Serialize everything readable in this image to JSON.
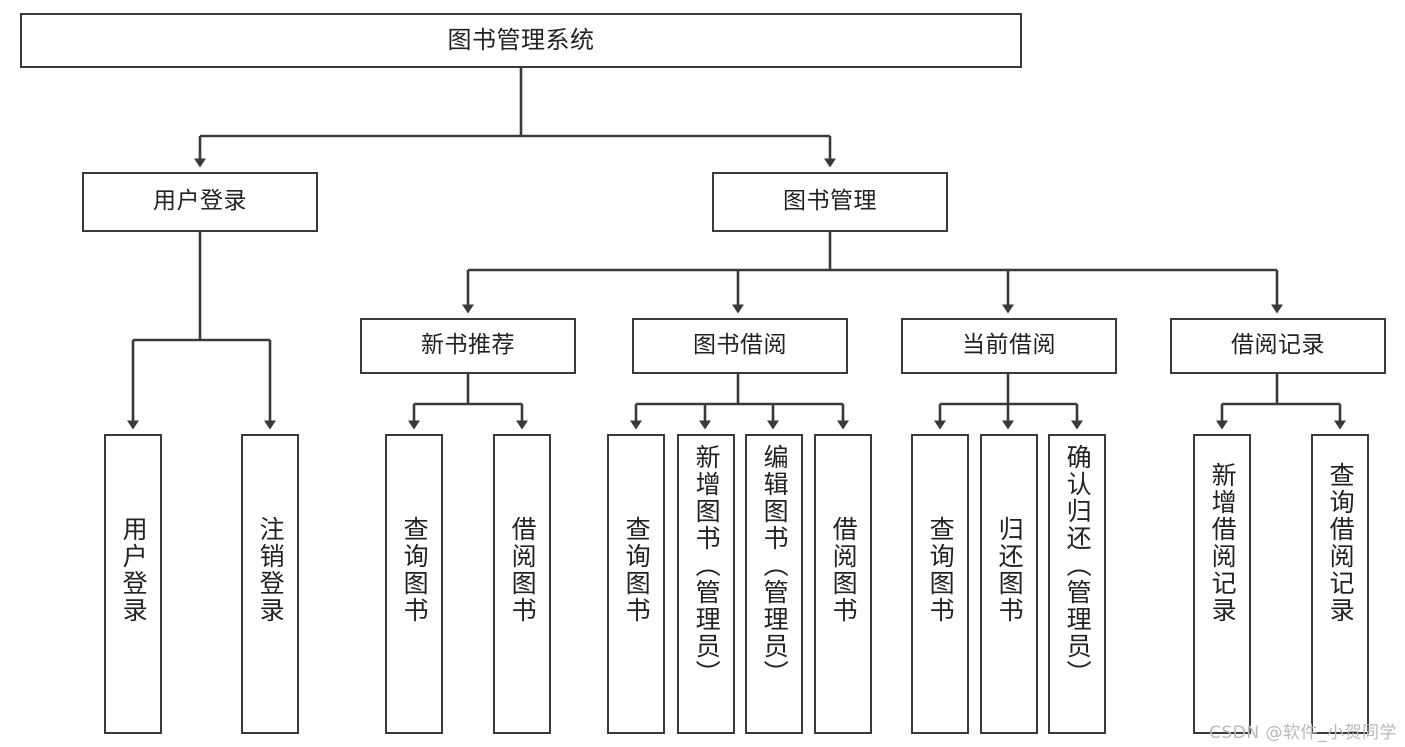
{
  "diagram": {
    "title": "图书管理系统",
    "type": "tree",
    "root": {
      "label": "图书管理系统"
    },
    "level2": [
      {
        "id": "user-login",
        "label": "用户登录"
      },
      {
        "id": "book-manage",
        "label": "图书管理"
      }
    ],
    "level3": [
      {
        "id": "new-book-recommend",
        "label": "新书推荐",
        "parent": "book-manage"
      },
      {
        "id": "book-borrow",
        "label": "图书借阅",
        "parent": "book-manage"
      },
      {
        "id": "current-borrow",
        "label": "当前借阅",
        "parent": "book-manage"
      },
      {
        "id": "borrow-record",
        "label": "借阅记录",
        "parent": "book-manage"
      }
    ],
    "leaves": [
      {
        "id": "leaf-user-login",
        "label": "用户登录",
        "parent": "user-login"
      },
      {
        "id": "leaf-logout",
        "label": "注销登录",
        "parent": "user-login"
      },
      {
        "id": "leaf-query-book-1",
        "label": "查询图书",
        "parent": "new-book-recommend"
      },
      {
        "id": "leaf-borrow-book-1",
        "label": "借阅图书",
        "parent": "new-book-recommend"
      },
      {
        "id": "leaf-query-book-2",
        "label": "查询图书",
        "parent": "book-borrow"
      },
      {
        "id": "leaf-add-book",
        "label": "新增图书（管理员）",
        "parent": "book-borrow"
      },
      {
        "id": "leaf-edit-book",
        "label": "编辑图书（管理员）",
        "parent": "book-borrow"
      },
      {
        "id": "leaf-borrow-book-2",
        "label": "借阅图书",
        "parent": "book-borrow"
      },
      {
        "id": "leaf-query-book-3",
        "label": "查询图书",
        "parent": "current-borrow"
      },
      {
        "id": "leaf-return-book",
        "label": "归还图书",
        "parent": "current-borrow"
      },
      {
        "id": "leaf-confirm-return",
        "label": "确认归还（管理员）",
        "parent": "current-borrow"
      },
      {
        "id": "leaf-add-record",
        "label": "新增借阅记录",
        "parent": "borrow-record"
      },
      {
        "id": "leaf-query-record",
        "label": "查询借阅记录",
        "parent": "borrow-record"
      }
    ]
  },
  "watermark": {
    "text": "CSDN @软件_小贺同学"
  },
  "colors": {
    "stroke": "#3a3a3a",
    "background": "#ffffff",
    "text": "#222222",
    "watermark": "#b9b9b9"
  }
}
